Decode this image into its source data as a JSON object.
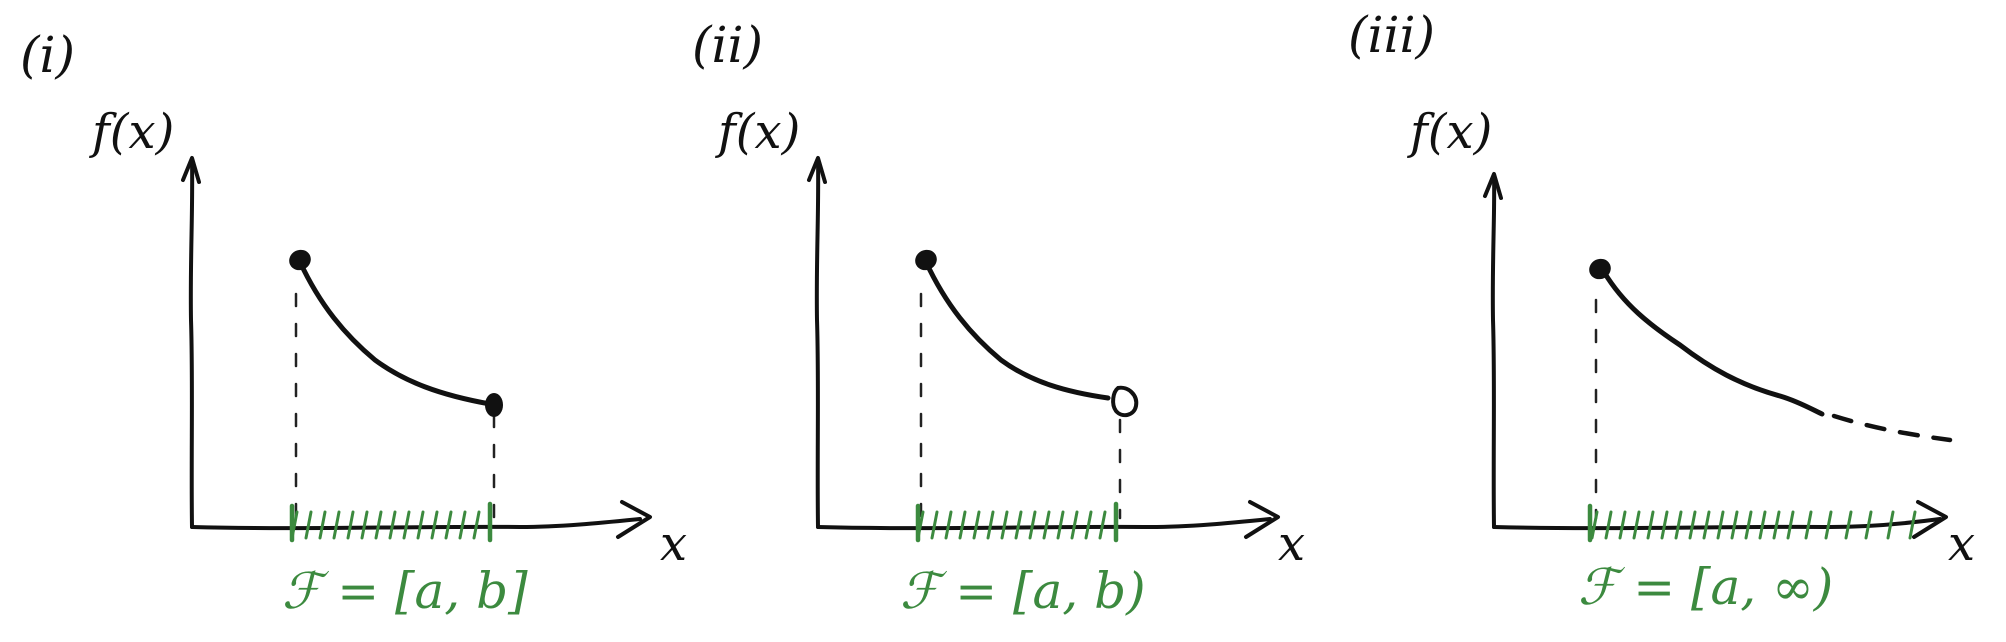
{
  "panels": [
    {
      "id": "i",
      "label": "(i)",
      "y_label": "f(x)",
      "x_label": "x",
      "set_label": "ℱ = [a, b]",
      "left_endpoint": "closed",
      "right_endpoint": "closed",
      "upper_bound": "finite"
    },
    {
      "id": "ii",
      "label": "(ii)",
      "y_label": "f(x)",
      "x_label": "x",
      "set_label": "ℱ = [a, b)",
      "left_endpoint": "closed",
      "right_endpoint": "open",
      "upper_bound": "finite"
    },
    {
      "id": "iii",
      "label": "(iii)",
      "y_label": "f(x)",
      "x_label": "x",
      "set_label": "ℱ = [a, ∞)",
      "left_endpoint": "closed",
      "right_endpoint": "none",
      "upper_bound": "infinite"
    }
  ],
  "colors": {
    "ink": "#111111",
    "hatch": "#3c8a3f"
  }
}
